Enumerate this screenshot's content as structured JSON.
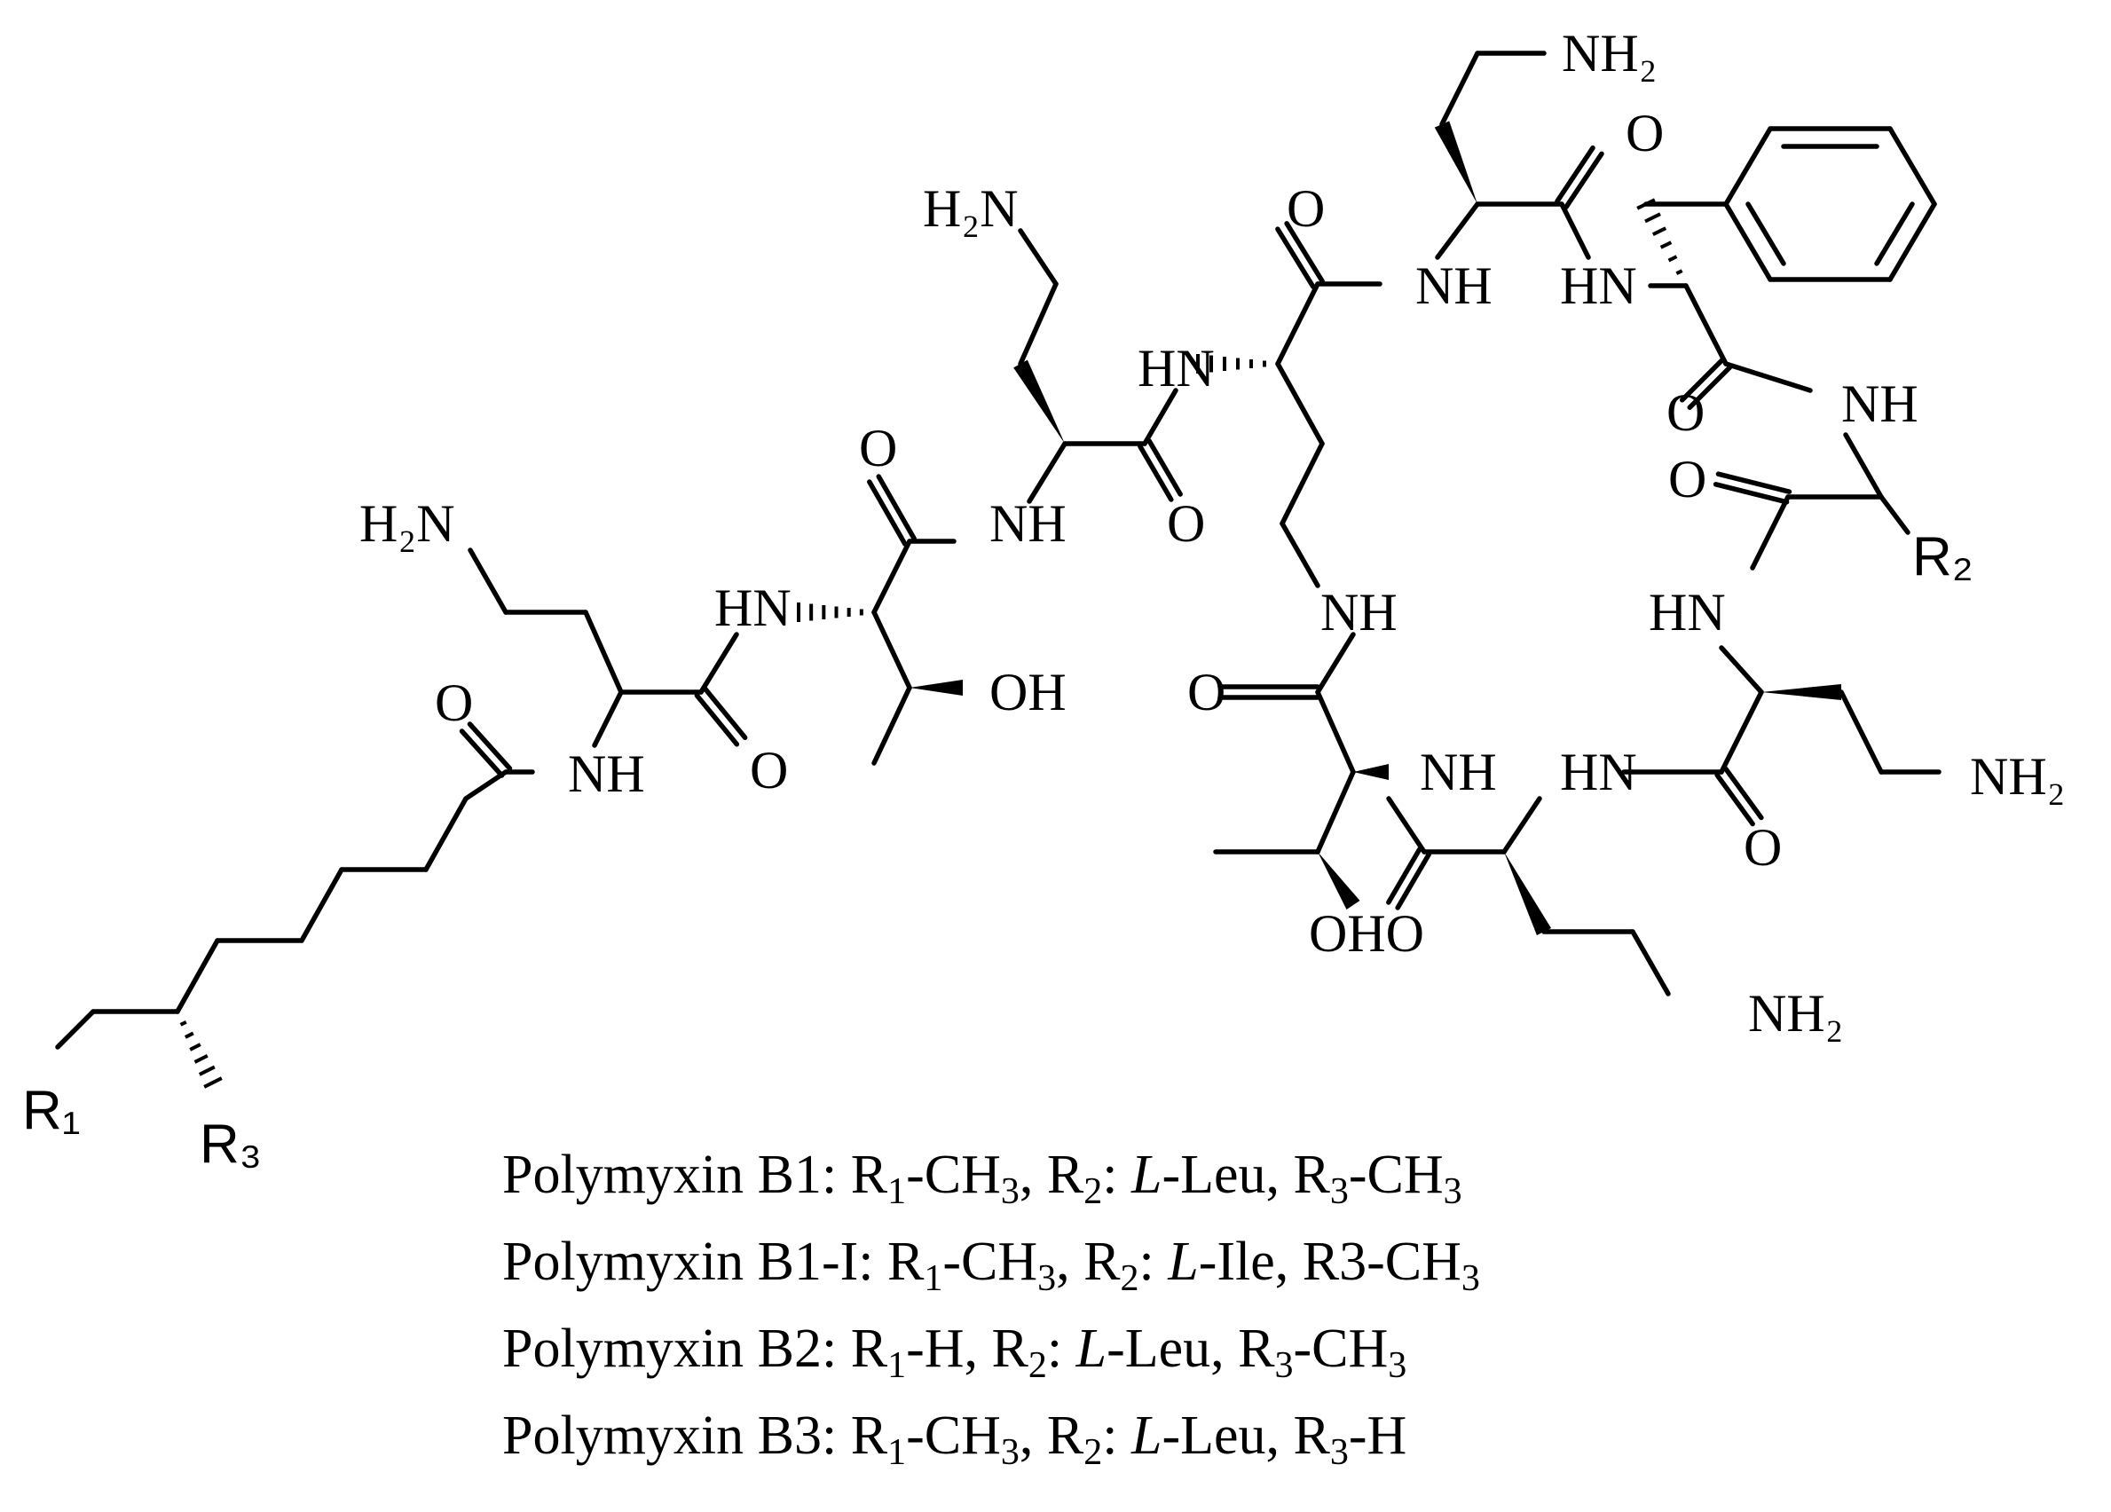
{
  "figure": {
    "structure_name": "Polymyxin B",
    "atoms": {
      "nh2": "NH₂",
      "h2n": "H₂N",
      "nh": "NH",
      "hn": "HN",
      "o": "O",
      "oh": "OH",
      "oho": "OHO",
      "r1": "R₁",
      "r2": "R₂",
      "r3": "R₃"
    },
    "legend": [
      {
        "name": "Polymyxin B1",
        "r1": "CH3",
        "r2": "L-Leu",
        "r3": "CH3",
        "parts": [
          "Polymyxin B1: R",
          "1",
          "-CH",
          "3",
          ", R",
          "2",
          ": ",
          "L",
          "-Leu, R",
          "3",
          "-CH",
          "3"
        ]
      },
      {
        "name": "Polymyxin B1-I",
        "r1": "CH3",
        "r2": "L-Ile",
        "r3": "CH3",
        "parts": [
          "Polymyxin B1-I: R",
          "1",
          "-CH",
          "3",
          ", R",
          "2",
          ": ",
          "L",
          "-Ile, R3-CH",
          "3"
        ]
      },
      {
        "name": "Polymyxin B2",
        "r1": "H",
        "r2": "L-Leu",
        "r3": "CH3",
        "parts": [
          "Polymyxin B2: R",
          "1",
          "-H, R",
          "2",
          ": ",
          "L",
          "-Leu, R",
          "3",
          "-CH",
          "3"
        ]
      },
      {
        "name": "Polymyxin B3",
        "r1": "CH3",
        "r2": "L-Leu",
        "r3": "H",
        "parts": [
          "Polymyxin B3: R",
          "1",
          "-CH",
          "3",
          ", R",
          "2",
          ": ",
          "L",
          "-Leu, R",
          "3",
          "-H"
        ]
      }
    ]
  }
}
